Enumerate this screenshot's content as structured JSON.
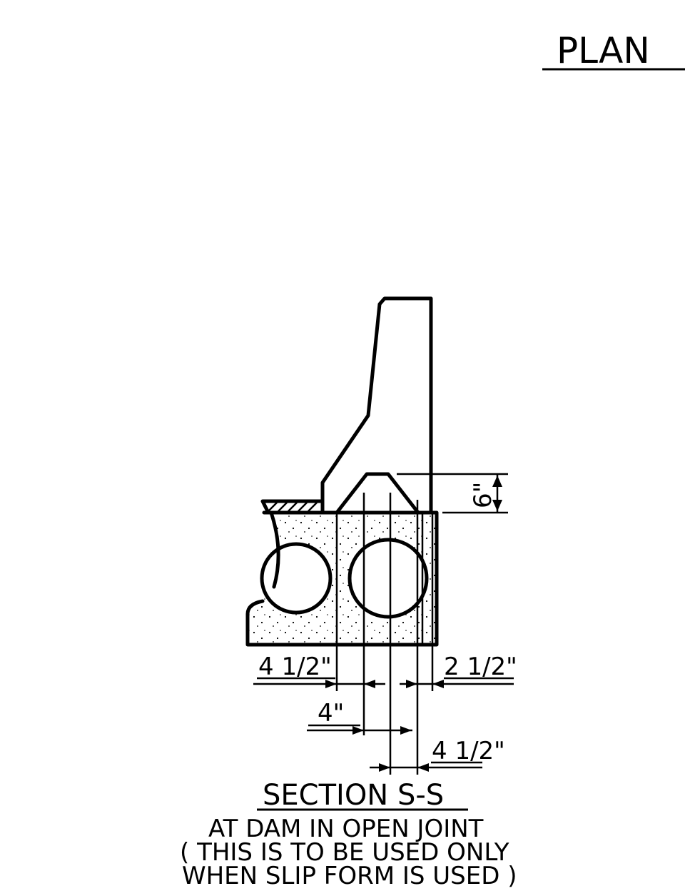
{
  "header": {
    "title": "PLAN"
  },
  "dimensions": {
    "left_width": "4 1/2\"",
    "right_width": "2 1/2\"",
    "center_width": "4\"",
    "lower_width": "4 1/2\"",
    "height": "6\""
  },
  "caption": {
    "title": "SECTION S-S",
    "line1": "AT DAM IN OPEN JOINT",
    "line2": "( THIS IS TO BE USED ONLY",
    "line3": "WHEN SLIP FORM IS USED )"
  }
}
